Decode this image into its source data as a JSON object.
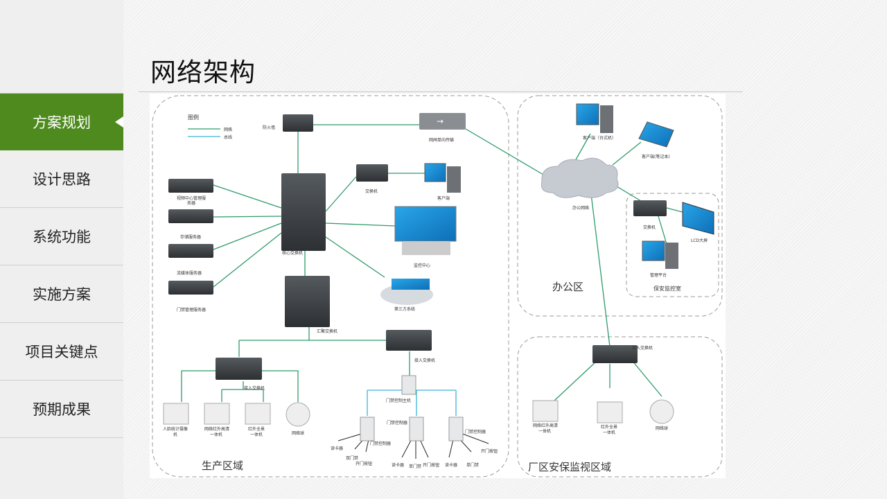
{
  "sidebar": {
    "items": [
      {
        "label": "方案规划",
        "active": true
      },
      {
        "label": "设计思路"
      },
      {
        "label": "系统功能"
      },
      {
        "label": "实施方案"
      },
      {
        "label": "项目关键点"
      },
      {
        "label": "预期成果"
      }
    ]
  },
  "page": {
    "title": "网络架构"
  },
  "colors": {
    "accent": "#4e8a1e",
    "network_line": "#2e9a6a",
    "bus_line": "#3cb4d8"
  },
  "diagram": {
    "legend": {
      "title": "图例",
      "network": "网络",
      "bus": "总线"
    },
    "zones": {
      "production": "生产区域",
      "office": "办公区",
      "security_room": "保安监控室",
      "factory": "厂区安保监视区域"
    },
    "labels": {
      "firewall": "防火墙",
      "gap": "网闸单向传输",
      "core_switch": "核心交换机",
      "switch": "交换机",
      "client": "客户端",
      "monitor_center": "监控中心",
      "third_party": "第三方系统",
      "video_server_1": "视频中心管理服",
      "video_server_2": "务器",
      "storage_server": "存储服务器",
      "media_server": "流媒体服务器",
      "access_server": "门禁管理服务器",
      "agg_switch": "汇聚交换机",
      "access_switch_left": "接入交换机",
      "access_switch_right": "接入交换机",
      "face_cam_1": "人脸统计摄像",
      "face_cam_2": "机",
      "ir_cam_1": "网络红外高清",
      "ir_cam_2": "一体机",
      "pano_cam_1": "红外全景",
      "pano_cam_2": "一体机",
      "dome": "网络球",
      "door_host": "门禁控制主机",
      "ctrl_a": "门禁控制器",
      "ctrl_b": "门禁控制器",
      "ctrl_c": "门禁控制器",
      "reader_a": "读卡器",
      "double_door": "双门禁",
      "button_a": "开门按钮",
      "reader_b": "读卡器",
      "single_door_b": "单门禁",
      "button_b": "开门按钮",
      "reader_c": "读卡器",
      "single_door_c": "单门禁",
      "button_c": "开门按钮",
      "desktop": "客户端（台式机）",
      "laptop": "客户端(笔记本)",
      "office_net": "办公网络",
      "office_switch": "交换机",
      "lcd": "LCD大屏",
      "mgmt": "管理平台",
      "factory_switch": "接入交换机",
      "f_ir_1": "网络红外高清",
      "f_ir_2": "一体机",
      "f_pano_1": "红外全景",
      "f_pano_2": "一体机",
      "f_dome": "网络球"
    }
  }
}
